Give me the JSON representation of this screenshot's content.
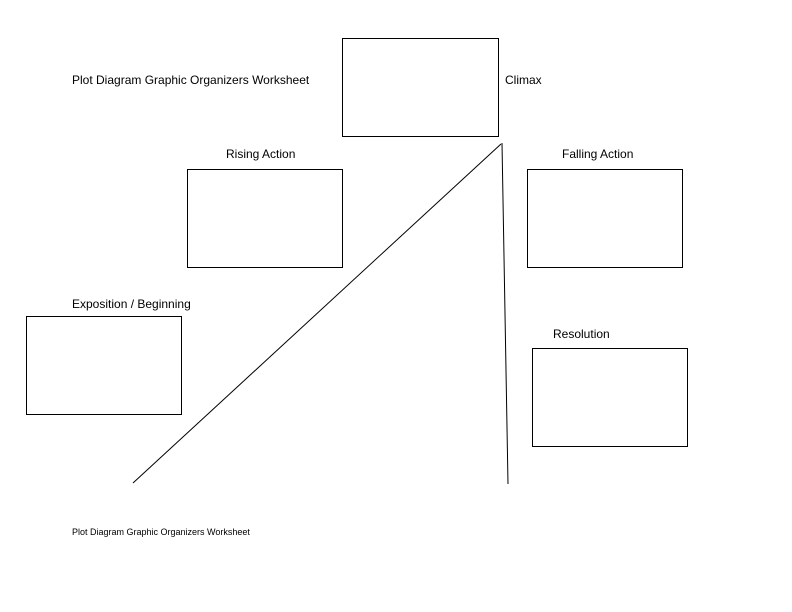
{
  "worksheet": {
    "title": "Plot Diagram Graphic Organizers Worksheet",
    "footer": "Plot Diagram Graphic Organizers Worksheet"
  },
  "sections": {
    "climax": "Climax",
    "rising_action": "Rising Action",
    "falling_action": "Falling Action",
    "exposition": "Exposition / Beginning",
    "resolution": "Resolution"
  }
}
